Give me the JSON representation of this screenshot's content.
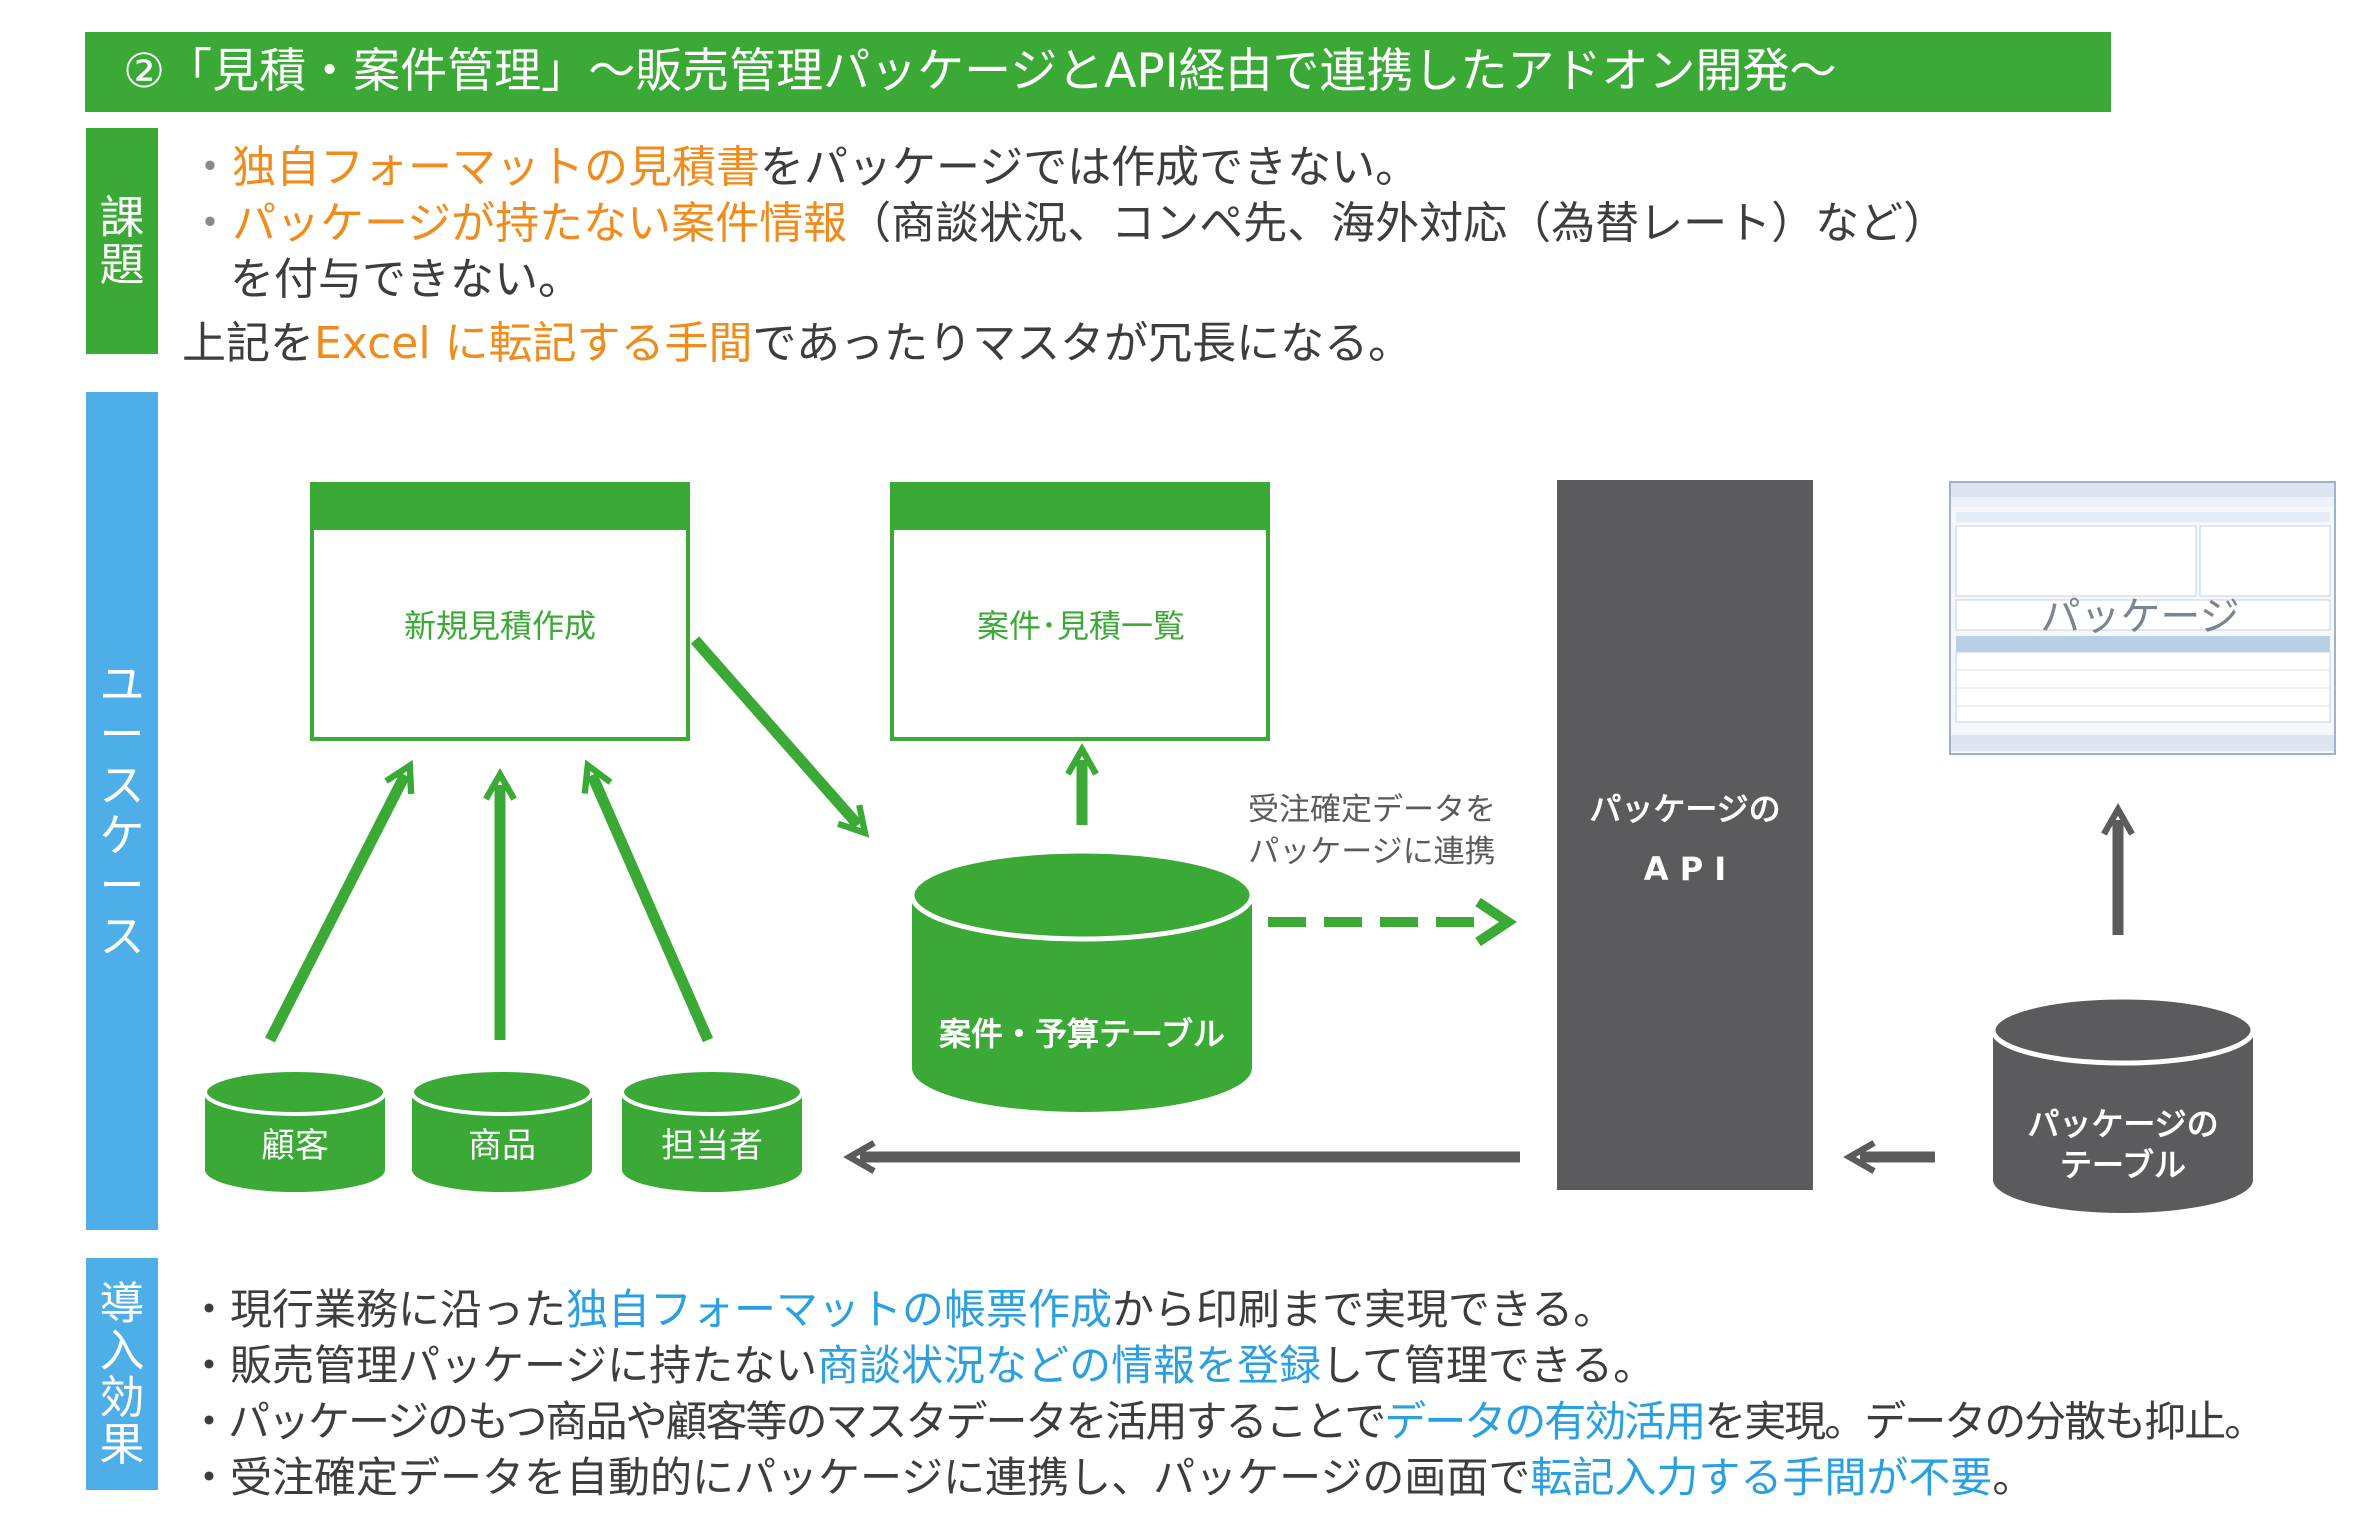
{
  "title": "②「見積・案件管理」～販売管理パッケージとAPI経由で連携したアドオン開発～",
  "side_labels": {
    "kadai": "課題",
    "usecase": "ユースケース",
    "kouka": "導入効果"
  },
  "issues": {
    "line1": {
      "bullet": "・",
      "highlight": "独自フォーマットの見積書",
      "rest": "をパッケージでは作成できない。"
    },
    "line2": {
      "bullet": "・",
      "highlight": "パッケージが持たない案件情報",
      "rest": "（商談状況、コンペ先、海外対応（為替レート）など）"
    },
    "line2b": "を付与できない。",
    "line3": {
      "pre": "上記を",
      "highlight": "Excel に転記する手間",
      "rest": "であったりマスタが冗長になる。"
    }
  },
  "diagram": {
    "window_new_quote": "新規見積作成",
    "window_list": "案件･見積一覧",
    "db_customer": "顧客",
    "db_product": "商品",
    "db_staff": "担当者",
    "db_project_budget": "案件・予算テーブル",
    "sync_label_line1": "受注確定データを",
    "sync_label_line2": "パッケージに連携",
    "api_line1": "パッケージの",
    "api_line2": "A P I",
    "package_screenshot_label": "パッケージ",
    "db_package_line1": "パッケージの",
    "db_package_line2": "テーブル"
  },
  "effects": {
    "line1": {
      "pre": "・現行業務に沿った",
      "highlight": "独自フォーマットの帳票作成",
      "rest": "から印刷まで実現できる。"
    },
    "line2": {
      "pre": "・販売管理パッケージに持たない",
      "highlight": "商談状況などの情報を登録",
      "rest": "して管理できる。"
    },
    "line3": {
      "pre": "・パッケージのもつ商品や顧客等のマスタデータを活用することで",
      "highlight": "データの有効活用",
      "rest": "を実現。データの分散も抑止。"
    },
    "line4": {
      "pre": "・受注確定データを自動的にパッケージに連携し、パッケージの画面で",
      "highlight": "転記入力する手間が不要",
      "rest": "。"
    }
  },
  "colors": {
    "green": "#3aa935",
    "blue": "#4daee8",
    "orange": "#f08c1e",
    "dark_gray": "#5b5b5d",
    "highlight_blue": "#2aa0e0"
  }
}
